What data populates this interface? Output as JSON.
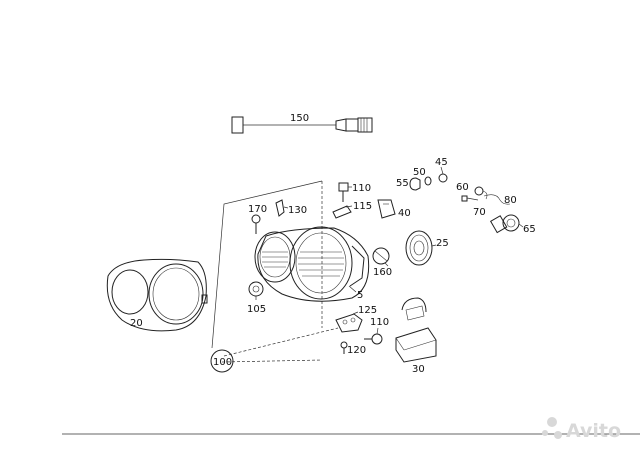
{
  "parts": {
    "p150": "150",
    "p45": "45",
    "p50": "50",
    "p55": "55",
    "p110a": "110",
    "p60": "60",
    "p80": "80",
    "p70": "70",
    "p65": "65",
    "p170": "170",
    "p130": "130",
    "p115": "115",
    "p40": "40",
    "p25": "25",
    "p160": "160",
    "p5": "5",
    "p20": "20",
    "p105": "105",
    "p125": "125",
    "p110b": "110",
    "p120": "120",
    "p30": "30",
    "p100": "100"
  },
  "watermark": "Avito",
  "colors": {
    "line": "#222222",
    "watermark": "#d8d8d8",
    "background": "#ffffff"
  }
}
